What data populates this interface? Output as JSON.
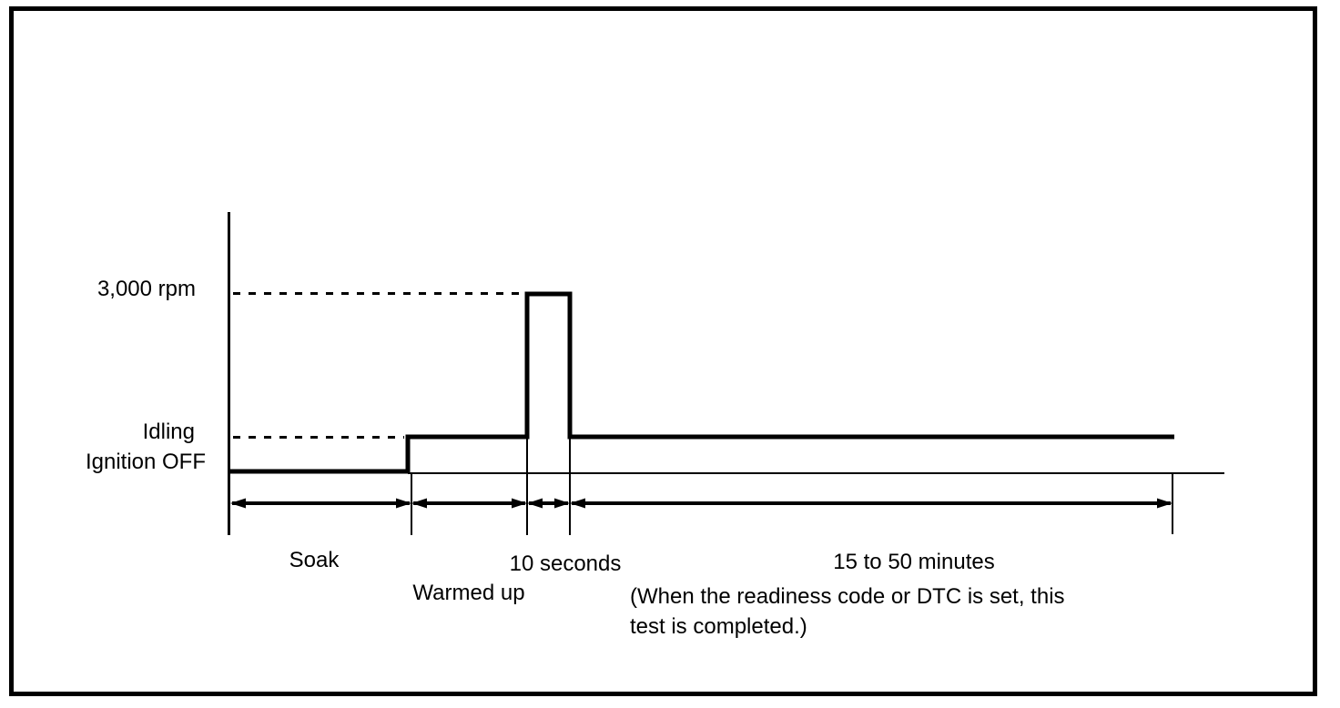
{
  "colors": {
    "ink": "#000000",
    "background": "#ffffff"
  },
  "axis_labels": {
    "rpm_3000": "3,000 rpm",
    "idling": "Idling",
    "ignition_off": "Ignition OFF"
  },
  "phase_labels": {
    "soak": "Soak",
    "warmed_up": "Warmed up",
    "ten_seconds": "10 seconds",
    "fifteen_to_fifty": "15 to 50 minutes",
    "note_line1": "(When the readiness code or DTC is set, this",
    "note_line2": "test is completed.)"
  },
  "timeline": {
    "levels": [
      "Ignition OFF",
      "Idling",
      "3,000 rpm"
    ],
    "sequence": [
      {
        "phase": "Soak",
        "level": "Ignition OFF"
      },
      {
        "phase": "Warmed up",
        "level": "Idling"
      },
      {
        "phase": "10 seconds",
        "level": "3,000 rpm"
      },
      {
        "phase": "15 to 50 minutes",
        "level": "Idling",
        "note": "(When the readiness code or DTC is set, this test is completed.)"
      }
    ]
  }
}
